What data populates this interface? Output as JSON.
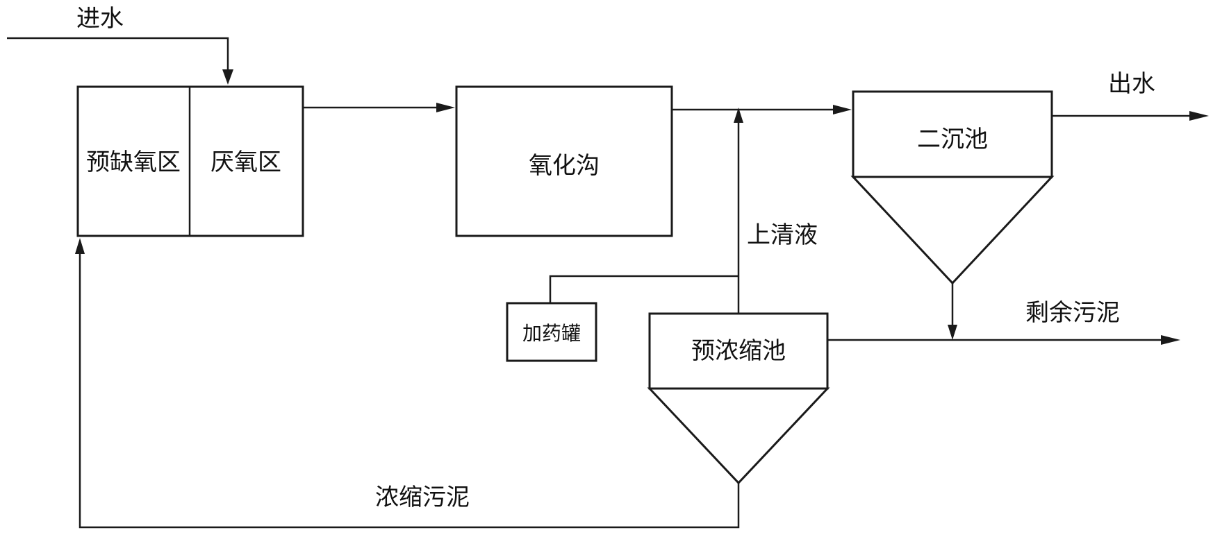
{
  "diagram": {
    "title": "",
    "labels": {
      "inlet": "进水",
      "pre_anoxic_zone": "预缺氧区",
      "anaerobic_zone": "厌氧区",
      "oxidation_ditch": "氧化沟",
      "secondary_clarifier": "二沉池",
      "outlet": "出水",
      "supernatant": "上清液",
      "dosing_tank": "加药罐",
      "pre_thickener": "预浓缩池",
      "excess_sludge": "剩余污泥",
      "thickened_sludge": "浓缩污泥"
    },
    "colors": {
      "stroke": "#1a1a1a",
      "text": "#111111",
      "background": "#ffffff"
    }
  }
}
